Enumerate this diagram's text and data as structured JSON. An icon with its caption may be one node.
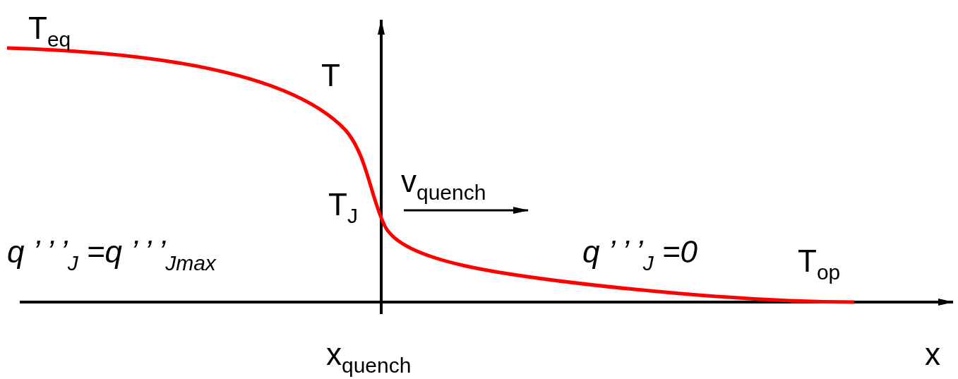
{
  "diagram": {
    "labels": [
      "T$_{eq}$",
      "T",
      "v$_{quench}$",
      "T$_{J}$",
      "q ’ ’ ’$_{J}$ =q ’ ’ ’$_{Jmax}$",
      "q ’ ’ ’$_{J}$ =0",
      "T$_{op}$",
      "x$_{quench}$",
      "x"
    ]
  }
}
